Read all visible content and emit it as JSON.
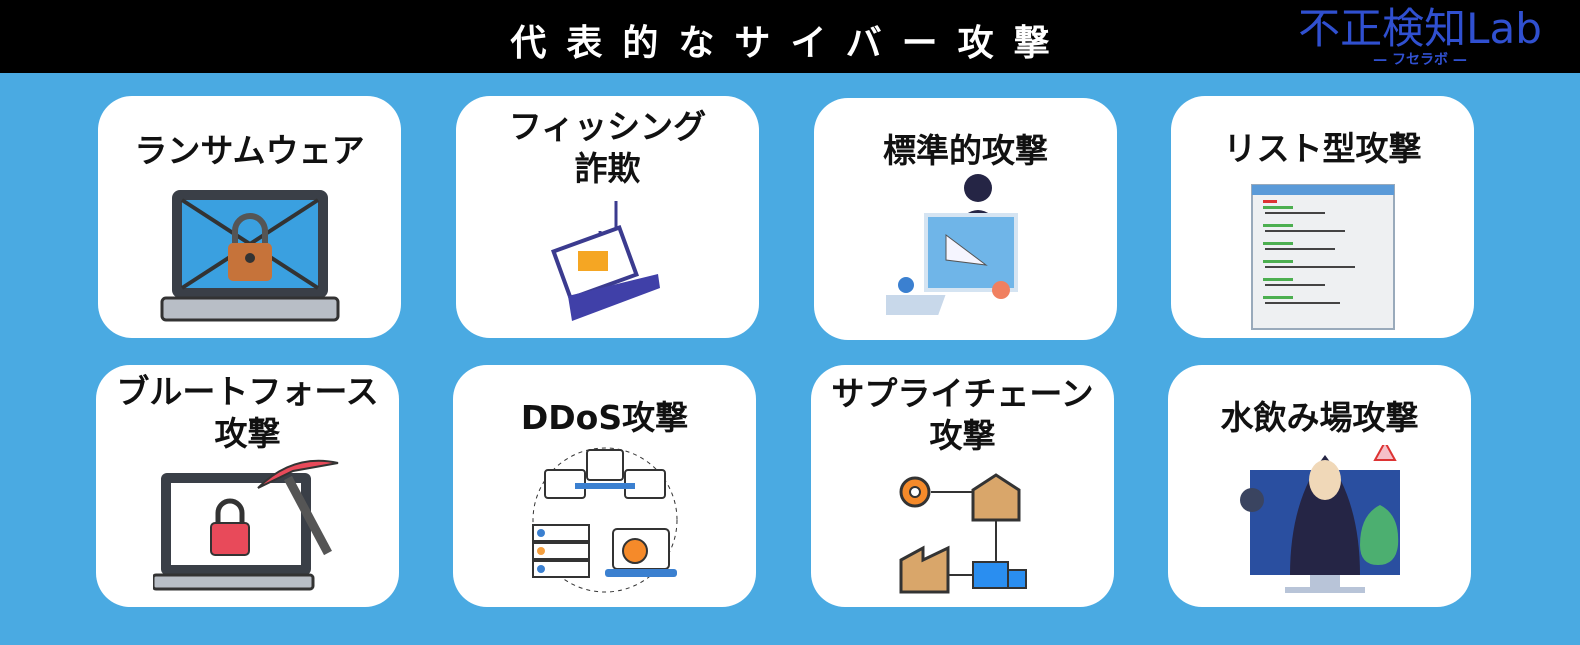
{
  "header": {
    "title": "代表的なサイバー攻撃"
  },
  "logo": {
    "main": "不正検知Lab",
    "sub": "— フセラボ —"
  },
  "cards": [
    {
      "label": "ランサムウェア",
      "icon": "ransomware-laptop-lock-icon"
    },
    {
      "label": "フィッシング\n詐欺",
      "icon": "phishing-hook-email-icon"
    },
    {
      "label": "標準的攻撃",
      "icon": "hacker-computer-icon"
    },
    {
      "label": "リスト型攻撃",
      "icon": "browser-list-icon"
    },
    {
      "label": "ブルートフォース\n攻撃",
      "icon": "laptop-lock-pickaxe-icon"
    },
    {
      "label": "DDoS攻撃",
      "icon": "network-servers-bomb-icon"
    },
    {
      "label": "サプライチェーン\n攻撃",
      "icon": "supply-chain-icon"
    },
    {
      "label": "水飲み場攻撃",
      "icon": "hooded-hacker-monitor-icon"
    }
  ]
}
